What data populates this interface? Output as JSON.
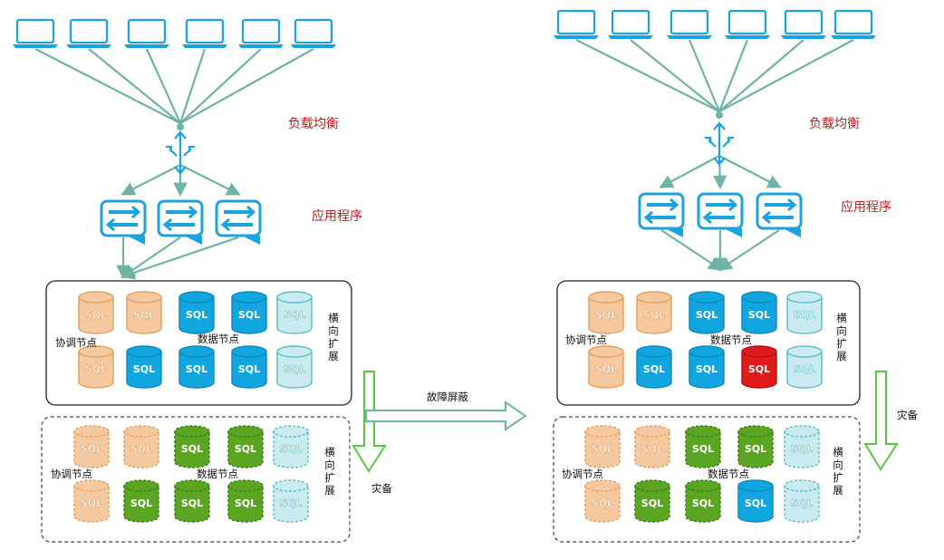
{
  "colors": {
    "arrow": "#6fb3a6",
    "device": "#1aa3dc",
    "label_red": "#b22222",
    "coordinator": "#f5c9a0",
    "coordinator_stroke": "#e59d5a",
    "data_blue": "#12a6e0",
    "data_light": "#c9ebef",
    "data_light_stroke": "#59bcc5",
    "data_green": "#5aa521",
    "data_red": "#e01b1b",
    "green_arrow": "#58c840"
  },
  "icons": {
    "client": "laptop-icon",
    "load_balancer": "load-balancer-icon",
    "app": "app-server-icon",
    "db": "sql-database-icon"
  },
  "left": {
    "lb_label": "负载均衡",
    "app_label": "应用程序",
    "primary": {
      "coord_label": "协调节点",
      "data_label": "数据节点",
      "scale_label": "横向扩展"
    },
    "backup": {
      "coord_label": "协调节点",
      "data_label": "数据节点",
      "scale_label": "横向扩展"
    },
    "dr_label": "灾备"
  },
  "failover_label": "故障屏蔽",
  "right": {
    "lb_label": "负载均衡",
    "app_label": "应用程序",
    "primary": {
      "coord_label": "协调节点",
      "data_label": "数据节点",
      "scale_label": "横向扩展"
    },
    "backup": {
      "coord_label": "协调节点",
      "data_label": "数据节点",
      "scale_label": "横向扩展"
    },
    "dr_label": "灾备"
  },
  "sql_text": "SQL"
}
